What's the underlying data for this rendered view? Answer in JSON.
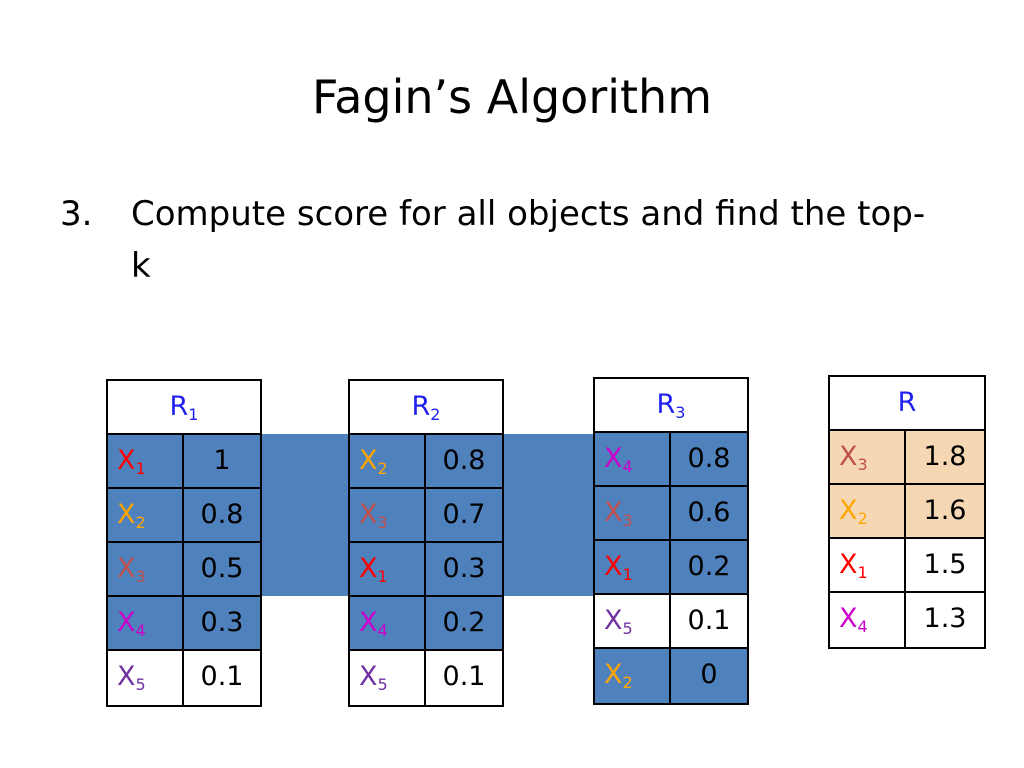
{
  "title": "Fagin’s Algorithm",
  "bullet": {
    "number": "3.",
    "text": "Compute score for all objects and find the top-k"
  },
  "colors": {
    "blue_fill": "#4f81bd",
    "peach_fill": "#f5d8b3",
    "header_text": "#1f1ff0",
    "x1": "#ff0000",
    "x2": "#ffa500",
    "x3": "#c0504d",
    "x4": "#cc00cc",
    "x5": "#7030a0"
  },
  "tables": [
    {
      "header": {
        "letter": "R",
        "sub": "1"
      },
      "rows": [
        {
          "obj": "X",
          "sub": "1",
          "value": "1",
          "fill": "blue",
          "color": "x1"
        },
        {
          "obj": "X",
          "sub": "2",
          "value": "0.8",
          "fill": "blue",
          "color": "x2"
        },
        {
          "obj": "X",
          "sub": "3",
          "value": "0.5",
          "fill": "blue",
          "color": "x3"
        },
        {
          "obj": "X",
          "sub": "4",
          "value": "0.3",
          "fill": "blue",
          "color": "x4"
        },
        {
          "obj": "X",
          "sub": "5",
          "value": "0.1",
          "fill": "white",
          "color": "x5"
        }
      ]
    },
    {
      "header": {
        "letter": "R",
        "sub": "2"
      },
      "rows": [
        {
          "obj": "X",
          "sub": "2",
          "value": "0.8",
          "fill": "blue",
          "color": "x2"
        },
        {
          "obj": "X",
          "sub": "3",
          "value": "0.7",
          "fill": "blue",
          "color": "x3"
        },
        {
          "obj": "X",
          "sub": "1",
          "value": "0.3",
          "fill": "blue",
          "color": "x1"
        },
        {
          "obj": "X",
          "sub": "4",
          "value": "0.2",
          "fill": "blue",
          "color": "x4"
        },
        {
          "obj": "X",
          "sub": "5",
          "value": "0.1",
          "fill": "white",
          "color": "x5"
        }
      ]
    },
    {
      "header": {
        "letter": "R",
        "sub": "3"
      },
      "rows": [
        {
          "obj": "X",
          "sub": "4",
          "value": "0.8",
          "fill": "blue",
          "color": "x4"
        },
        {
          "obj": "X",
          "sub": "3",
          "value": "0.6",
          "fill": "blue",
          "color": "x3"
        },
        {
          "obj": "X",
          "sub": "1",
          "value": "0.2",
          "fill": "blue",
          "color": "x1"
        },
        {
          "obj": "X",
          "sub": "5",
          "value": "0.1",
          "fill": "white",
          "color": "x5"
        },
        {
          "obj": "X",
          "sub": "2",
          "value": "0",
          "fill": "blue",
          "color": "x2"
        }
      ]
    },
    {
      "header": {
        "letter": "R",
        "sub": ""
      },
      "rows": [
        {
          "obj": "X",
          "sub": "3",
          "value": "1.8",
          "fill": "peach",
          "color": "x3"
        },
        {
          "obj": "X",
          "sub": "2",
          "value": "1.6",
          "fill": "peach",
          "color": "x2"
        },
        {
          "obj": "X",
          "sub": "1",
          "value": "1.5",
          "fill": "white",
          "color": "x1"
        },
        {
          "obj": "X",
          "sub": "4",
          "value": "1.3",
          "fill": "white",
          "color": "x4"
        }
      ]
    }
  ]
}
